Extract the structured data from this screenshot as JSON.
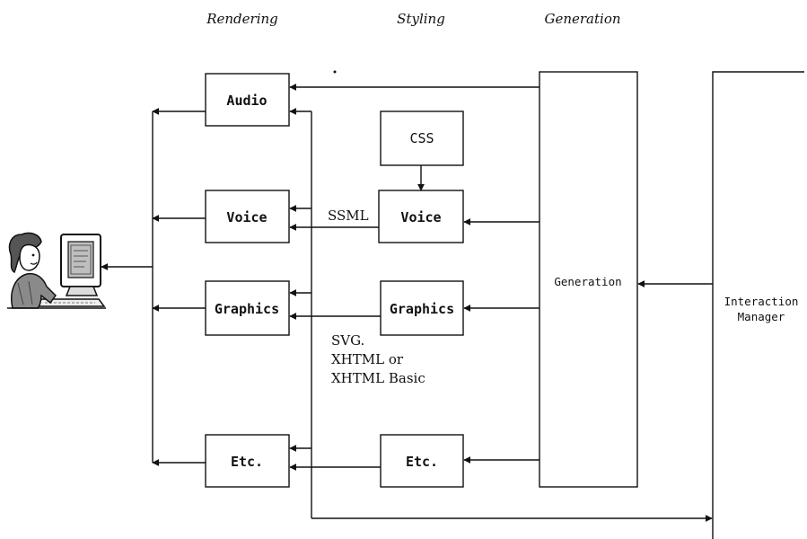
{
  "headers": {
    "rendering": "Rendering",
    "styling": "Styling",
    "generation": "Generation"
  },
  "rendering_boxes": {
    "audio": "Audio",
    "voice": "Voice",
    "graphics": "Graphics",
    "etc": "Etc."
  },
  "styling_boxes": {
    "css": "CSS",
    "voice": "Voice",
    "graphics": "Graphics",
    "etc": "Etc."
  },
  "generation_box": "Generation",
  "interaction_manager": [
    "Interaction",
    "Manager"
  ],
  "voice_link_label": "SSML",
  "graphics_link_note": [
    "SVG.",
    "XHTML or",
    "XHTML Basic"
  ],
  "user_icon": "person-at-computer-icon"
}
